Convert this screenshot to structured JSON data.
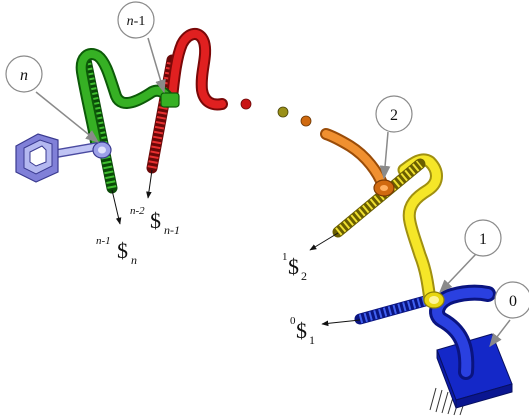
{
  "callouts": [
    {
      "id": "n",
      "text": "n",
      "italic": true
    },
    {
      "id": "n-1",
      "text_italic": "n",
      "text_rest": "-1"
    },
    {
      "id": "2",
      "text": "2"
    },
    {
      "id": "1",
      "text": "1"
    },
    {
      "id": "0",
      "text": "0"
    }
  ],
  "screws": [
    {
      "id": "n",
      "pre": "n-1",
      "main": "$",
      "sub": "n"
    },
    {
      "id": "n-1",
      "pre": "n-2",
      "main": "$",
      "sub": "n-1"
    },
    {
      "id": "2",
      "pre": "1",
      "main": "$",
      "sub": "2"
    },
    {
      "id": "1",
      "pre": "0",
      "main": "$",
      "sub": "1"
    }
  ],
  "colors": {
    "link_n": "#7fb0e0",
    "link_n1": "#2e9a1e",
    "link_n2": "#d41a1a",
    "link_2": "#e07a18",
    "link_1": "#f2e020",
    "link_0": "#1a2fc8",
    "dot_red": "#c91414",
    "dot_olive": "#9a9018",
    "dot_orange": "#d06a10"
  }
}
